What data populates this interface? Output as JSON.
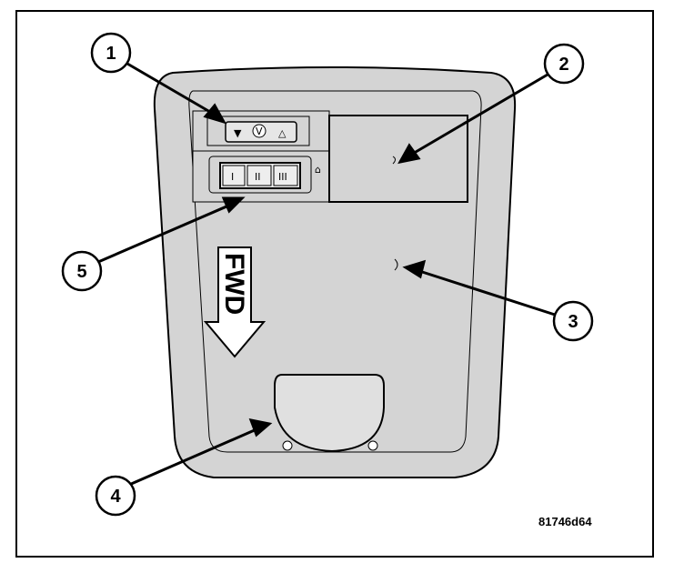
{
  "figure_id": "81746d64",
  "direction_label": "FWD",
  "callouts": [
    {
      "number": "1"
    },
    {
      "number": "2"
    },
    {
      "number": "3"
    },
    {
      "number": "4"
    },
    {
      "number": "5"
    }
  ],
  "sunroof_switch_icons": [
    "down-arrow-icon",
    "sunroof-vent-icon",
    "up-arrow-icon"
  ],
  "garage_door_button_icons": [
    "button-1-icon",
    "button-2-icon",
    "button-3-icon"
  ],
  "side_icon": "home-icon",
  "colors": {
    "outline": "#000000",
    "console_fill": "#d4d4d4",
    "background": "#ffffff",
    "callout_fill": "#ffffff"
  }
}
